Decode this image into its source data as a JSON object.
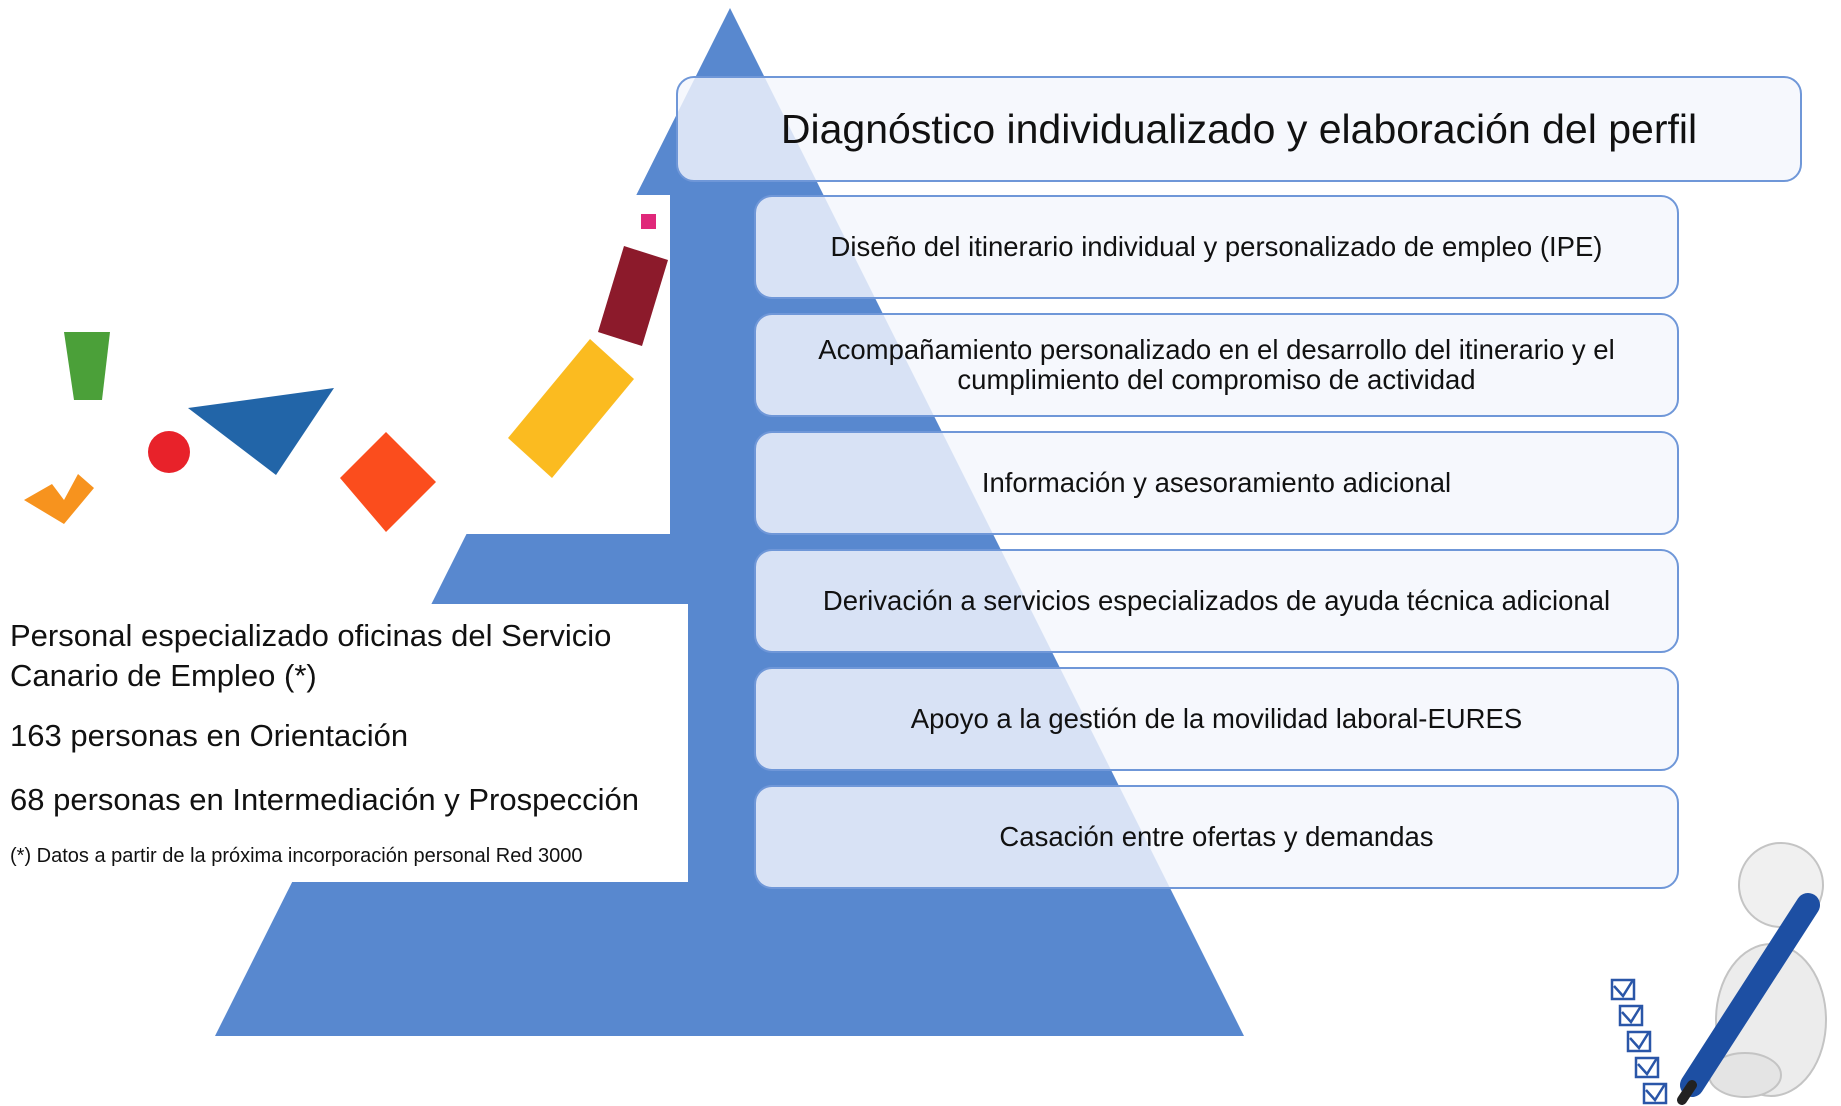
{
  "diagram": {
    "title": "Diagnóstico individualizado y elaboración del perfil",
    "steps": [
      "Diseño del itinerario individual y personalizado de empleo (IPE)",
      "Acompañamiento personalizado en el desarrollo del itinerario y el cumplimiento del compromiso de actividad",
      "Información y asesoramiento adicional",
      "Derivación a servicios especializados de ayuda técnica adicional",
      "Apoyo a la gestión de la movilidad laboral-EURES",
      "Casación entre ofertas y demandas"
    ]
  },
  "staff": {
    "heading": "Personal especializado oficinas del Servicio Canario de Empleo (*)",
    "orientation": "163 personas en Orientación",
    "intermediation": "68 personas en Intermediación y Prospección",
    "footnote": "(*) Datos a partir de la próxima incorporación personal Red 3000"
  },
  "colors": {
    "pyramid": "#5888cf",
    "card_border": "#6f97d8"
  },
  "decorations": [
    "colored-shapes-graphic",
    "3d-figure-with-pen-checklist-illustration"
  ]
}
